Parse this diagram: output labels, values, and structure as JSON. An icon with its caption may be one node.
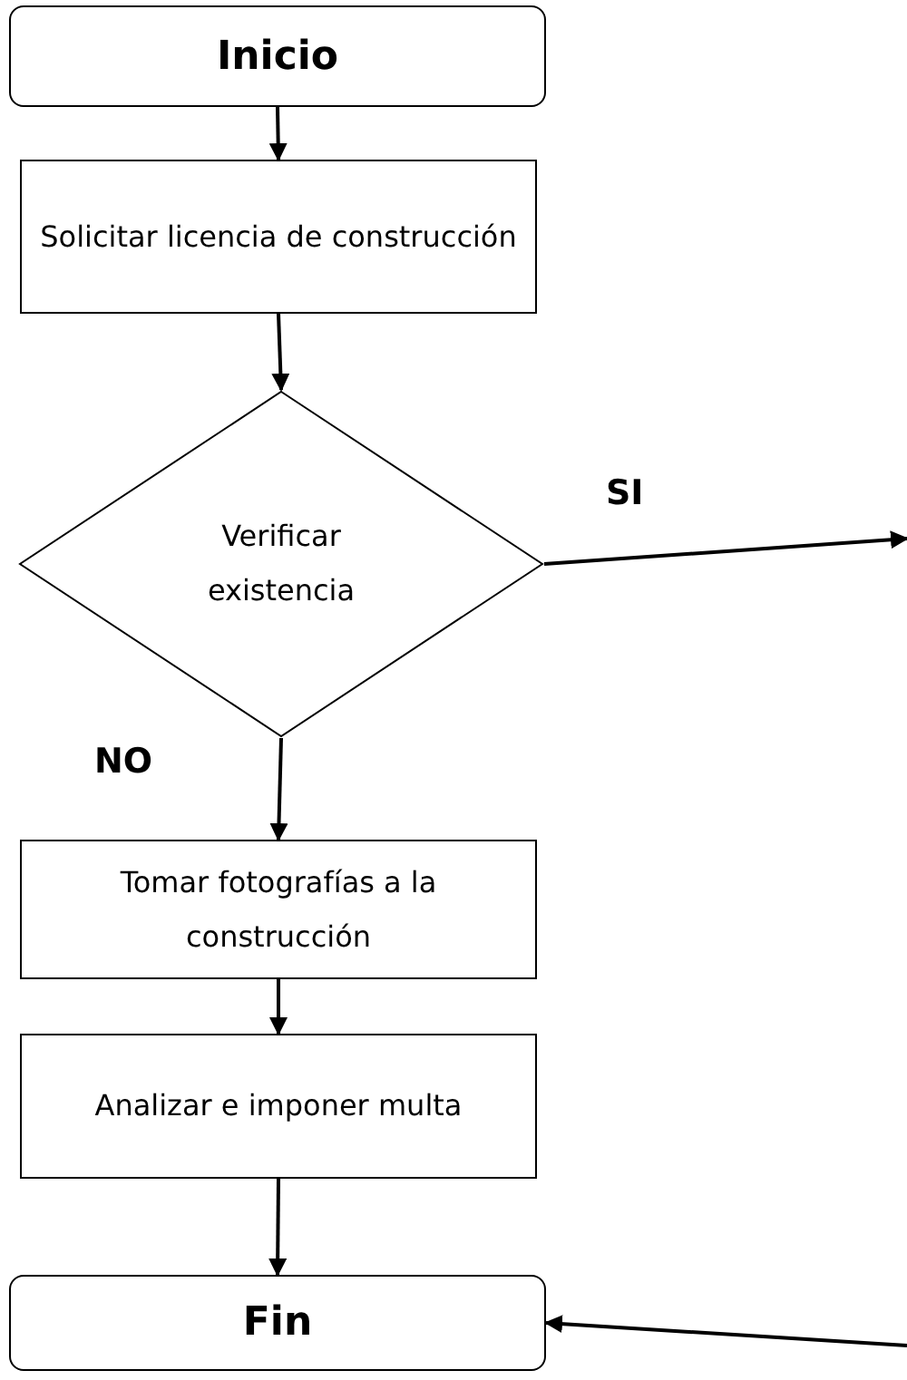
{
  "diagram": {
    "nodes": [
      {
        "text": [
          "Inicio"
        ]
      },
      {
        "text": [
          "Solicitar licencia de construcción"
        ]
      },
      {
        "text": [
          "Verificar existencia"
        ]
      },
      {
        "text": [
          "Tomar fotografías a la construcción"
        ]
      },
      {
        "text": [
          "Analizar e imponer multa"
        ]
      },
      {
        "text": [
          "Fin"
        ]
      }
    ],
    "edges": [
      {
        "from": 0,
        "to": 1,
        "arrow": "to"
      },
      {
        "from": 1,
        "to": 2,
        "arrow": "to"
      },
      {
        "from": 2,
        "to": null,
        "arrow": "to",
        "label": "SI"
      },
      {
        "from": 2,
        "to": 3,
        "arrow": "to",
        "label": "NO"
      },
      {
        "from": 3,
        "to": 4,
        "arrow": "to"
      },
      {
        "from": 4,
        "to": 5,
        "arrow": "to"
      },
      {
        "from": null,
        "to": 5,
        "arrow": "to"
      }
    ]
  }
}
